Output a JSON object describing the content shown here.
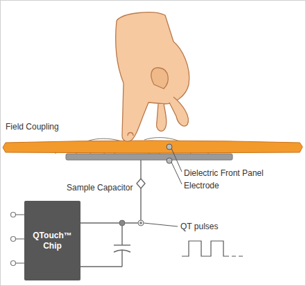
{
  "diagram": {
    "nodes": [
      {
        "text": [
          "QTouch™ Chip"
        ]
      }
    ],
    "labels": [
      "Field Coupling",
      "Dielectric Front Panel",
      "Electrode",
      "Sample Capacitor",
      "QT pulses"
    ]
  }
}
